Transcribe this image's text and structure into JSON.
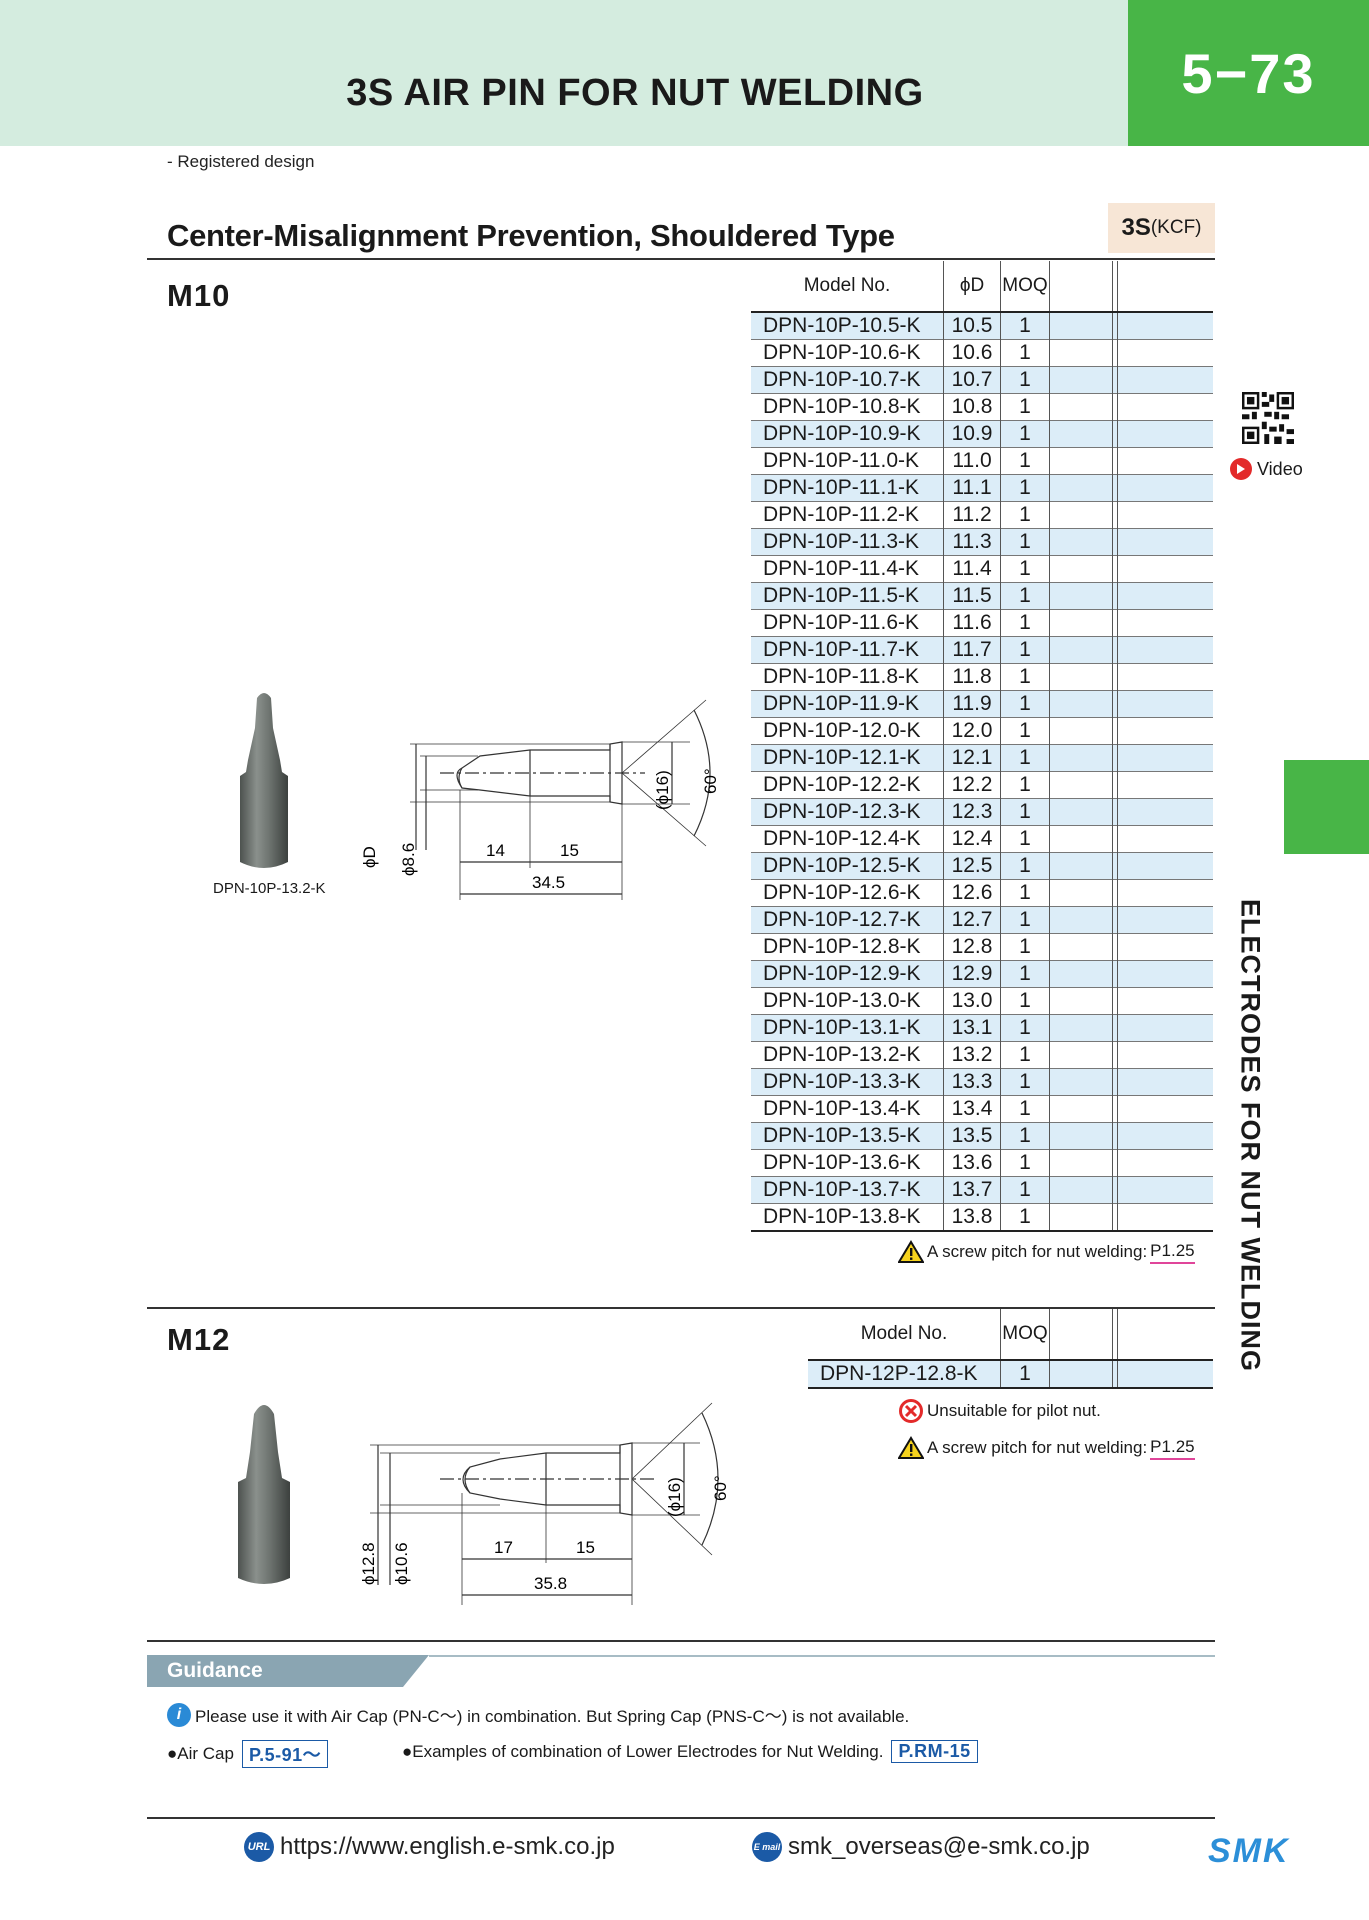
{
  "header": {
    "title": "3S AIR PIN FOR NUT WELDING",
    "page_number": "5−73"
  },
  "registered": "- Registered design",
  "section": {
    "title": "Center-Misalignment Prevention, Shouldered Type",
    "badge_main": "3S",
    "badge_sub": "(KCF)"
  },
  "side_tab": "ELECTRODES FOR NUT WELDING",
  "video_label": "Video",
  "m10": {
    "label": "M10",
    "image_caption": "DPN-10P-13.2-K",
    "table_headers": {
      "model": "Model No.",
      "dia": "ϕD",
      "moq": "MOQ"
    },
    "rows": [
      {
        "model": "DPN-10P-10.5-K",
        "dia": "10.5",
        "moq": "1"
      },
      {
        "model": "DPN-10P-10.6-K",
        "dia": "10.6",
        "moq": "1"
      },
      {
        "model": "DPN-10P-10.7-K",
        "dia": "10.7",
        "moq": "1"
      },
      {
        "model": "DPN-10P-10.8-K",
        "dia": "10.8",
        "moq": "1"
      },
      {
        "model": "DPN-10P-10.9-K",
        "dia": "10.9",
        "moq": "1"
      },
      {
        "model": "DPN-10P-11.0-K",
        "dia": "11.0",
        "moq": "1"
      },
      {
        "model": "DPN-10P-11.1-K",
        "dia": "11.1",
        "moq": "1"
      },
      {
        "model": "DPN-10P-11.2-K",
        "dia": "11.2",
        "moq": "1"
      },
      {
        "model": "DPN-10P-11.3-K",
        "dia": "11.3",
        "moq": "1"
      },
      {
        "model": "DPN-10P-11.4-K",
        "dia": "11.4",
        "moq": "1"
      },
      {
        "model": "DPN-10P-11.5-K",
        "dia": "11.5",
        "moq": "1"
      },
      {
        "model": "DPN-10P-11.6-K",
        "dia": "11.6",
        "moq": "1"
      },
      {
        "model": "DPN-10P-11.7-K",
        "dia": "11.7",
        "moq": "1"
      },
      {
        "model": "DPN-10P-11.8-K",
        "dia": "11.8",
        "moq": "1"
      },
      {
        "model": "DPN-10P-11.9-K",
        "dia": "11.9",
        "moq": "1"
      },
      {
        "model": "DPN-10P-12.0-K",
        "dia": "12.0",
        "moq": "1"
      },
      {
        "model": "DPN-10P-12.1-K",
        "dia": "12.1",
        "moq": "1"
      },
      {
        "model": "DPN-10P-12.2-K",
        "dia": "12.2",
        "moq": "1"
      },
      {
        "model": "DPN-10P-12.3-K",
        "dia": "12.3",
        "moq": "1"
      },
      {
        "model": "DPN-10P-12.4-K",
        "dia": "12.4",
        "moq": "1"
      },
      {
        "model": "DPN-10P-12.5-K",
        "dia": "12.5",
        "moq": "1"
      },
      {
        "model": "DPN-10P-12.6-K",
        "dia": "12.6",
        "moq": "1"
      },
      {
        "model": "DPN-10P-12.7-K",
        "dia": "12.7",
        "moq": "1"
      },
      {
        "model": "DPN-10P-12.8-K",
        "dia": "12.8",
        "moq": "1"
      },
      {
        "model": "DPN-10P-12.9-K",
        "dia": "12.9",
        "moq": "1"
      },
      {
        "model": "DPN-10P-13.0-K",
        "dia": "13.0",
        "moq": "1"
      },
      {
        "model": "DPN-10P-13.1-K",
        "dia": "13.1",
        "moq": "1"
      },
      {
        "model": "DPN-10P-13.2-K",
        "dia": "13.2",
        "moq": "1"
      },
      {
        "model": "DPN-10P-13.3-K",
        "dia": "13.3",
        "moq": "1"
      },
      {
        "model": "DPN-10P-13.4-K",
        "dia": "13.4",
        "moq": "1"
      },
      {
        "model": "DPN-10P-13.5-K",
        "dia": "13.5",
        "moq": "1"
      },
      {
        "model": "DPN-10P-13.6-K",
        "dia": "13.6",
        "moq": "1"
      },
      {
        "model": "DPN-10P-13.7-K",
        "dia": "13.7",
        "moq": "1"
      },
      {
        "model": "DPN-10P-13.8-K",
        "dia": "13.8",
        "moq": "1"
      }
    ],
    "note_pitch": "A screw pitch for nut welding:",
    "note_pitch_ref": "P1.25",
    "drawing": {
      "dim_outer": "ϕD",
      "dim_inner": "ϕ8.6",
      "len_a": "14",
      "len_b": "15",
      "len_total": "34.5",
      "dim_head": "(ϕ16)",
      "angle": "60°"
    }
  },
  "m12": {
    "label": "M12",
    "table_headers": {
      "model": "Model No.",
      "moq": "MOQ"
    },
    "rows": [
      {
        "model": "DPN-12P-12.8-K",
        "moq": "1"
      }
    ],
    "note_unsuitable": "Unsuitable for pilot nut.",
    "note_pitch": "A screw pitch for nut welding:",
    "note_pitch_ref": "P1.25",
    "drawing": {
      "dim_outer": "ϕ12.8",
      "dim_inner": "ϕ10.6",
      "len_a": "17",
      "len_b": "15",
      "len_total": "35.8",
      "dim_head": "(ϕ16)",
      "angle": "60°"
    }
  },
  "guidance": {
    "label": "Guidance",
    "line1": "Please use it with Air Cap (PN-C～) in combination. But Spring Cap (PNS-C～) is not available.",
    "air_cap_text": "●Air Cap",
    "air_cap_ref": "P.5-91～",
    "examples_text": "●Examples of combination of Lower Electrodes for Nut Welding.",
    "examples_ref": "P.RM-15"
  },
  "footer": {
    "url_icon": "URL",
    "url": "https://www.english.e-smk.co.jp",
    "mail_icon": "E mail",
    "email": "smk_overseas@e-smk.co.jp",
    "logo": "SMK"
  },
  "colors": {
    "header_band": "#d4ecdf",
    "accent_green": "#48b547",
    "row_alt": "#dcedf8",
    "link_underline": "#e0459a",
    "ref_blue": "#1b5aa6"
  }
}
